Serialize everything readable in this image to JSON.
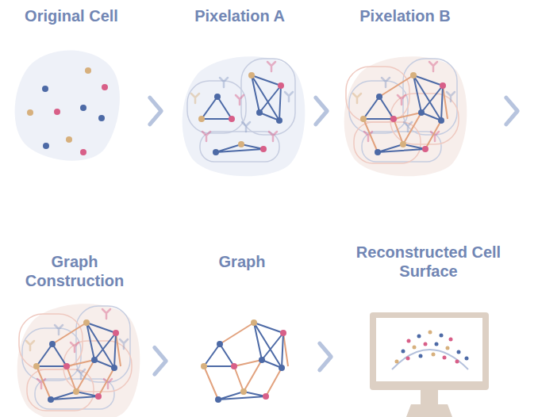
{
  "diagram": {
    "nodes": [
      {
        "text": [
          "Original Cell"
        ]
      },
      {
        "text": [
          "Pixelation A"
        ]
      },
      {
        "text": [
          "Pixelation B"
        ]
      },
      {
        "text": [
          "Graph Construction"
        ]
      },
      {
        "text": [
          "Graph"
        ]
      },
      {
        "text": [
          "Reconstructed Cell Surface"
        ]
      }
    ],
    "edges": [
      {
        "from": 0,
        "to": 1,
        "arrow": "to"
      },
      {
        "from": 1,
        "to": 2,
        "arrow": "to"
      },
      {
        "from": 2,
        "to": 3,
        "arrow": "to"
      },
      {
        "from": 3,
        "to": 4,
        "arrow": "to"
      },
      {
        "from": 4,
        "to": 5,
        "arrow": "to"
      }
    ]
  }
}
